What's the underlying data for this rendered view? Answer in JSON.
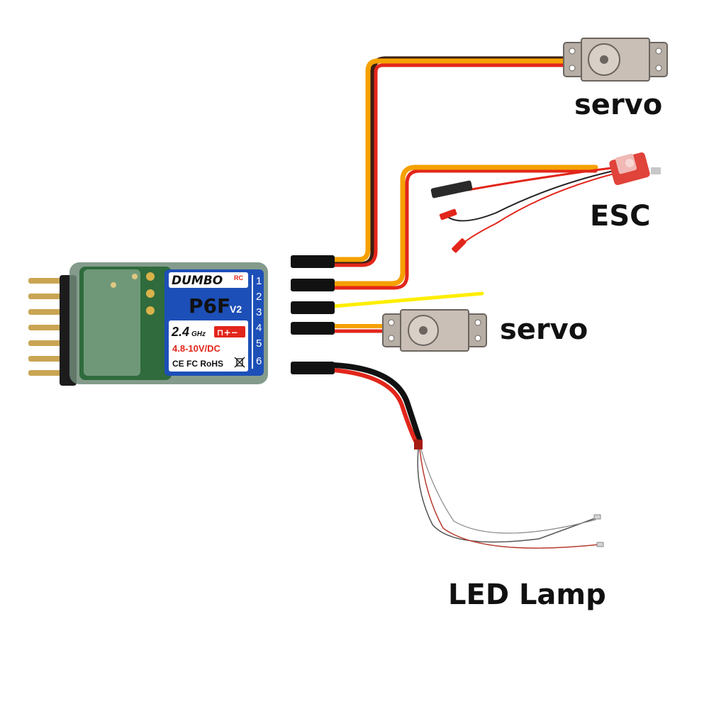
{
  "labels": {
    "servo_top": "servo",
    "esc": "ESC",
    "servo_mid": "servo",
    "led": "LED Lamp"
  },
  "receiver": {
    "brand": "DUMBO",
    "brand_suffix": "RC",
    "model": "P6F",
    "version": "V2",
    "band": "2.4",
    "band_unit": "GHz",
    "signal": "⊓+−",
    "voltage": "4.8-10V/DC",
    "certs": "CE FC RoHS",
    "channels": [
      "1",
      "2",
      "3",
      "4",
      "5",
      "6"
    ]
  },
  "colors": {
    "signal_wire": "#f5a100",
    "positive_wire": "#e2261b",
    "negative_wire": "#3a1f12",
    "yellow_wire": "#ffee00",
    "label_blue": "#1d4fb8",
    "pcb_green": "#2f6b3c"
  }
}
